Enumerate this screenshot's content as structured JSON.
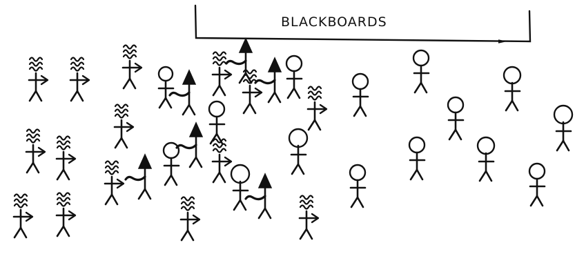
{
  "board": {
    "label": "BLACKBOARDS"
  },
  "colors": {
    "ink": "#111111",
    "background": "#ffffff"
  },
  "legend_types": [
    "squiggle-hair-figure",
    "arrow-head-figure",
    "round-head-figure"
  ]
}
